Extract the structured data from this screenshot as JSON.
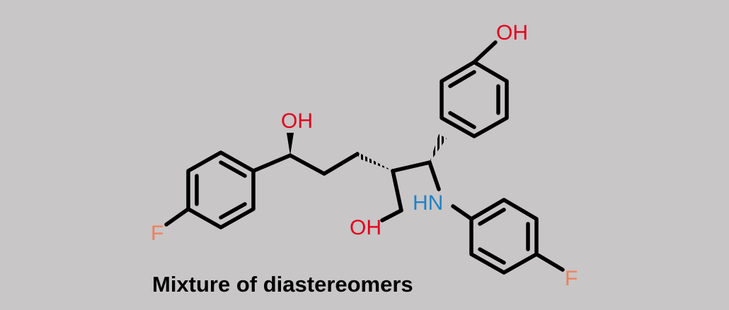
{
  "molecule": {
    "atoms": {
      "oh_top": "OH",
      "oh_benzylic": "OH",
      "oh_primary": "OH",
      "hn": "HN",
      "f_left": "F",
      "f_right": "F"
    },
    "colors": {
      "bond": "#000000",
      "oxygen": "#e3001b",
      "nitrogen": "#1f82c8",
      "fluorine": "#f07f5a",
      "background": "#c8c6c7"
    }
  },
  "caption": "Mixture of diastereomers"
}
